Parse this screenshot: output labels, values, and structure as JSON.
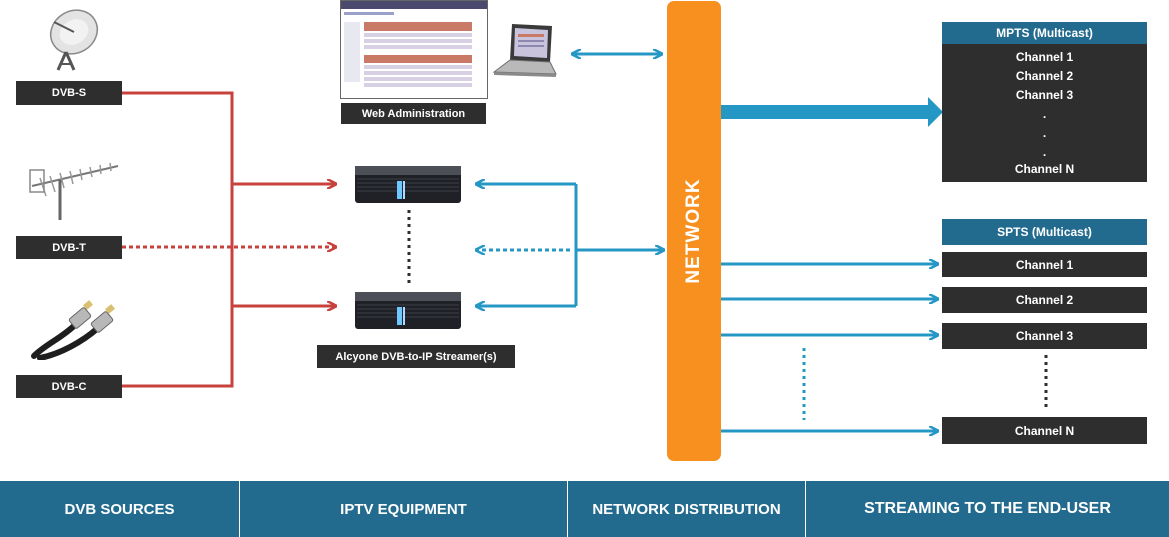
{
  "sources": {
    "dvb_s": "DVB-S",
    "dvb_t": "DVB-T",
    "dvb_c": "DVB-C"
  },
  "equipment": {
    "web_admin": "Web Administration",
    "streamer": "Alcyone DVB-to-IP Streamer(s)"
  },
  "network": "NETWORK",
  "mpts": {
    "title": "MPTS (Multicast)",
    "channels": [
      "Channel  1",
      "Channel  2",
      "Channel  3",
      ".",
      ".",
      ".",
      "Channel  N"
    ]
  },
  "spts": {
    "title": "SPTS (Multicast)",
    "channels": [
      "Channel  1",
      "Channel   2",
      "Channel  3",
      "Channel  N"
    ]
  },
  "footer": [
    "DVB SOURCES",
    "IPTV EQUIPMENT",
    "NETWORK DISTRIBUTION",
    "STREAMING TO THE END-USER"
  ],
  "colors": {
    "source_lines": "#c9413d",
    "network_lines": "#2597c4",
    "network_bar": "#f7901e",
    "header_bg": "#236b8e",
    "label_bg": "#2e2e2e"
  }
}
